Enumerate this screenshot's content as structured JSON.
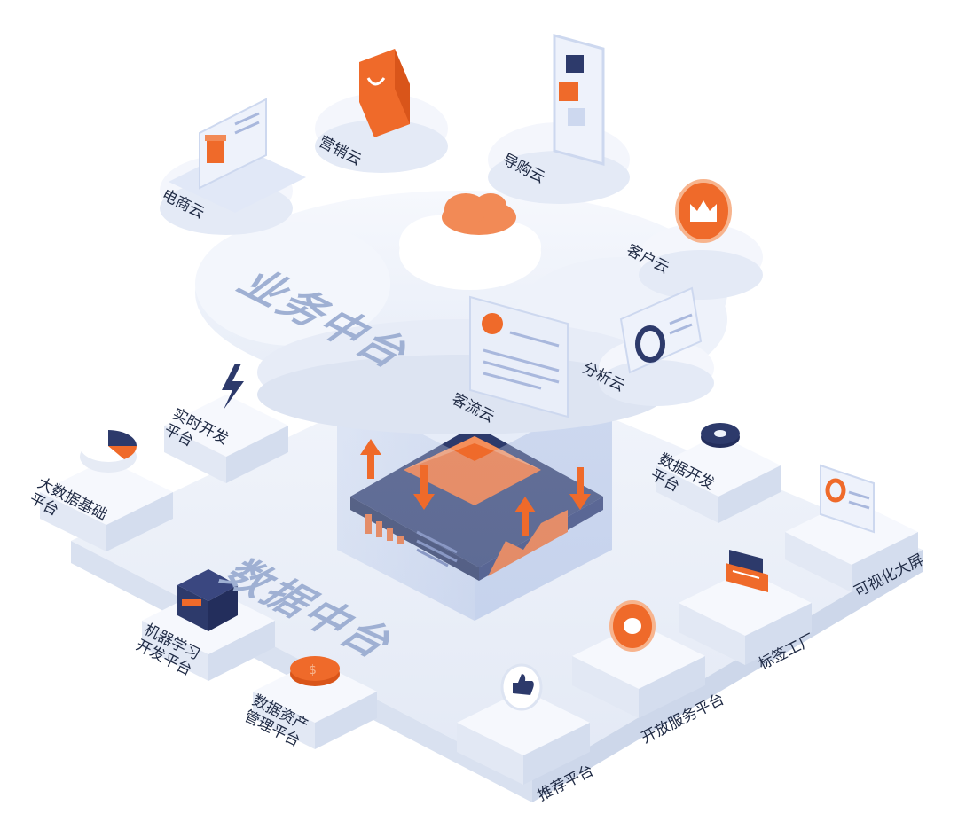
{
  "business_platform": {
    "title": "业务中台",
    "items": [
      {
        "label": "电商云",
        "icon": "laptop-gift-icon"
      },
      {
        "label": "营销云",
        "icon": "shopping-bag-icon"
      },
      {
        "label": "导购云",
        "icon": "abc-phone-icon"
      },
      {
        "label": "客户云",
        "icon": "crown-badge-icon"
      },
      {
        "label": "分析云",
        "icon": "ring-chart-card-icon"
      },
      {
        "label": "客流云",
        "icon": "profile-card-icon"
      }
    ]
  },
  "data_platform": {
    "title": "数据中台",
    "items": [
      {
        "label": "实时开发\n平台",
        "icon": "lightning-icon"
      },
      {
        "label": "大数据基础\n平台",
        "icon": "pie-chart-icon"
      },
      {
        "label": "机器学习\n开发平台",
        "icon": "robot-box-icon"
      },
      {
        "label": "数据资产\n管理平台",
        "icon": "coin-icon"
      },
      {
        "label": "推荐平台",
        "icon": "thumbs-up-icon"
      },
      {
        "label": "开放服务平台",
        "icon": "chat-bubble-icon"
      },
      {
        "label": "标签工厂",
        "icon": "tag-card-icon"
      },
      {
        "label": "可视化大屏",
        "icon": "monitor-ring-icon"
      },
      {
        "label": "数据开发\n平台",
        "icon": "gear-icon"
      }
    ]
  },
  "colors": {
    "accent": "#ef6a2a",
    "navy": "#2d3a6b",
    "cloud": "#eef2fa",
    "platform": "#e8edf7",
    "title_text": "#9fb0d3"
  }
}
